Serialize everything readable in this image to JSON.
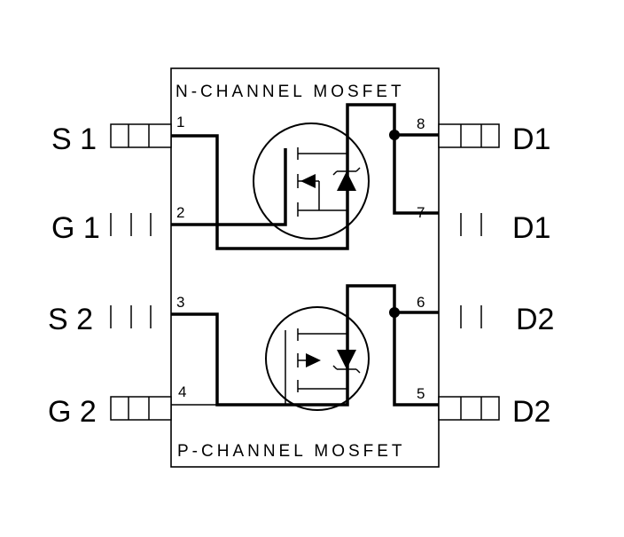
{
  "package": {
    "top_label": "N-CHANNEL MOSFET",
    "bottom_label": "P-CHANNEL MOSFET"
  },
  "pins": {
    "left": [
      {
        "number": "1",
        "name": "S1"
      },
      {
        "number": "2",
        "name": "G1"
      },
      {
        "number": "3",
        "name": "S2"
      },
      {
        "number": "4",
        "name": "G2"
      }
    ],
    "right": [
      {
        "number": "8",
        "name": "D1"
      },
      {
        "number": "7",
        "name": "D1"
      },
      {
        "number": "6",
        "name": "D2"
      },
      {
        "number": "5",
        "name": "D2"
      }
    ]
  },
  "pin_name_display": {
    "s1": "S 1",
    "g1": "G 1",
    "s2": "S 2",
    "g2": "G 2",
    "d1a": "D1",
    "d1b": "D1",
    "d2a": "D2",
    "d2b": "D2"
  }
}
